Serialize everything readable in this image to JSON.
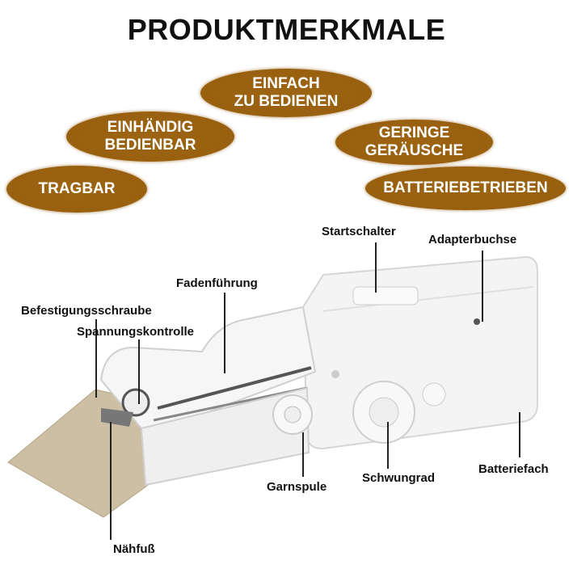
{
  "title": "PRODUKTMERKMALE",
  "features": [
    {
      "line1": "EINFACH",
      "line2": "ZU BEDIENEN"
    },
    {
      "line1": "EINHÄNDIG",
      "line2": "BEDIENBAR"
    },
    {
      "line1": "GERINGE",
      "line2": "GERÄUSCHE"
    },
    {
      "line1": "TRAGBAR"
    },
    {
      "line1": "BATTERIEBETRIEBEN"
    }
  ],
  "labels": {
    "startschalter": "Startschalter",
    "adapterbuchse": "Adapterbuchse",
    "fadenfuehrung": "Fadenführung",
    "befestigungsschraube": "Befestigungsschraube",
    "spannungskontrolle": "Spannungskontrolle",
    "garnspule": "Garnspule",
    "schwungrad": "Schwungrad",
    "batteriefach": "Batteriefach",
    "naehfuss": "Nähfuß"
  },
  "colors": {
    "accent": "#9a6212",
    "text": "#111111"
  }
}
